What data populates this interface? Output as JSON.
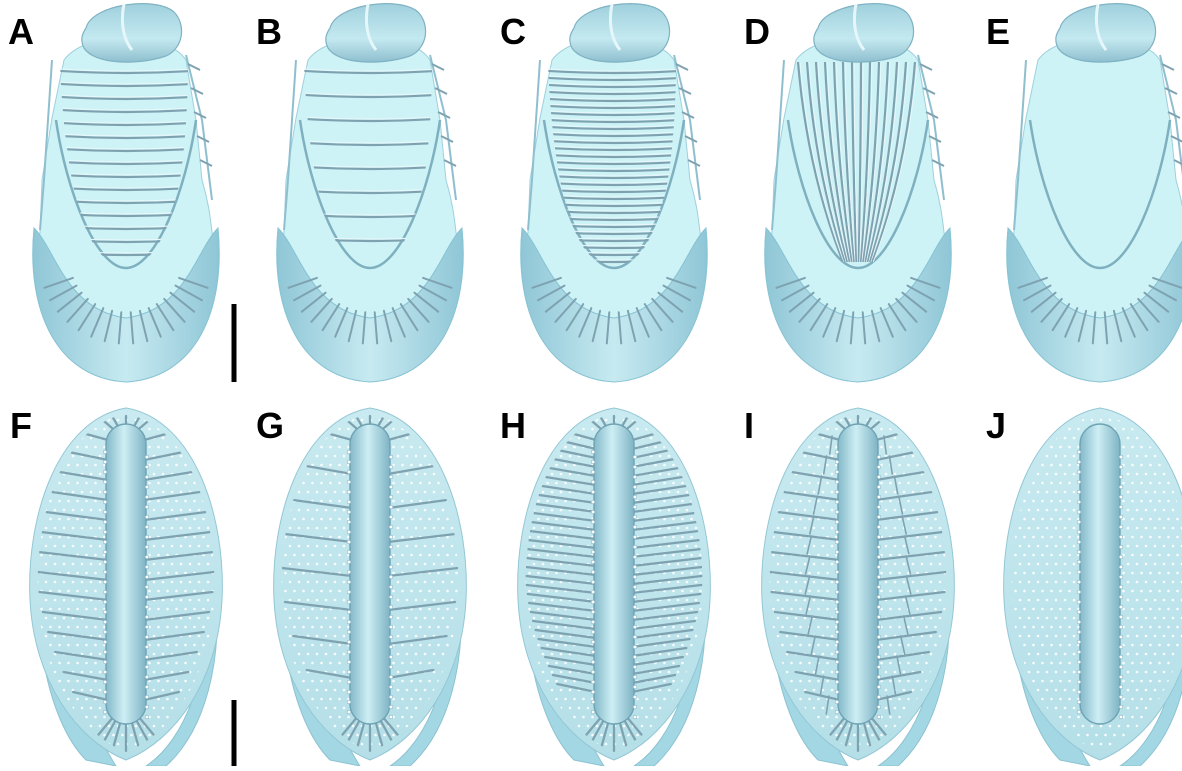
{
  "figure": {
    "panels": [
      {
        "label": "A",
        "view": "top",
        "rib_pattern": "transverse"
      },
      {
        "label": "B",
        "view": "top",
        "rib_pattern": "transverse-sparse"
      },
      {
        "label": "C",
        "view": "top",
        "rib_pattern": "transverse-dense"
      },
      {
        "label": "D",
        "view": "top",
        "rib_pattern": "longitudinal"
      },
      {
        "label": "E",
        "view": "top",
        "rib_pattern": "none"
      },
      {
        "label": "F",
        "view": "inner",
        "rib_pattern": "radial"
      },
      {
        "label": "G",
        "view": "inner",
        "rib_pattern": "radial-sparse"
      },
      {
        "label": "H",
        "view": "inner",
        "rib_pattern": "radial-dense"
      },
      {
        "label": "I",
        "view": "inner",
        "rib_pattern": "radial-branched"
      },
      {
        "label": "J",
        "view": "inner",
        "rib_pattern": "none"
      }
    ],
    "colors": {
      "fill": "#cdf3f6",
      "shell": "#a9dbe6",
      "shell_dark": "#86c3d3",
      "rib": "#7fa2b1",
      "rib_light": "#eaf7fb",
      "dot": "#ffffff",
      "label": "#000000"
    }
  }
}
